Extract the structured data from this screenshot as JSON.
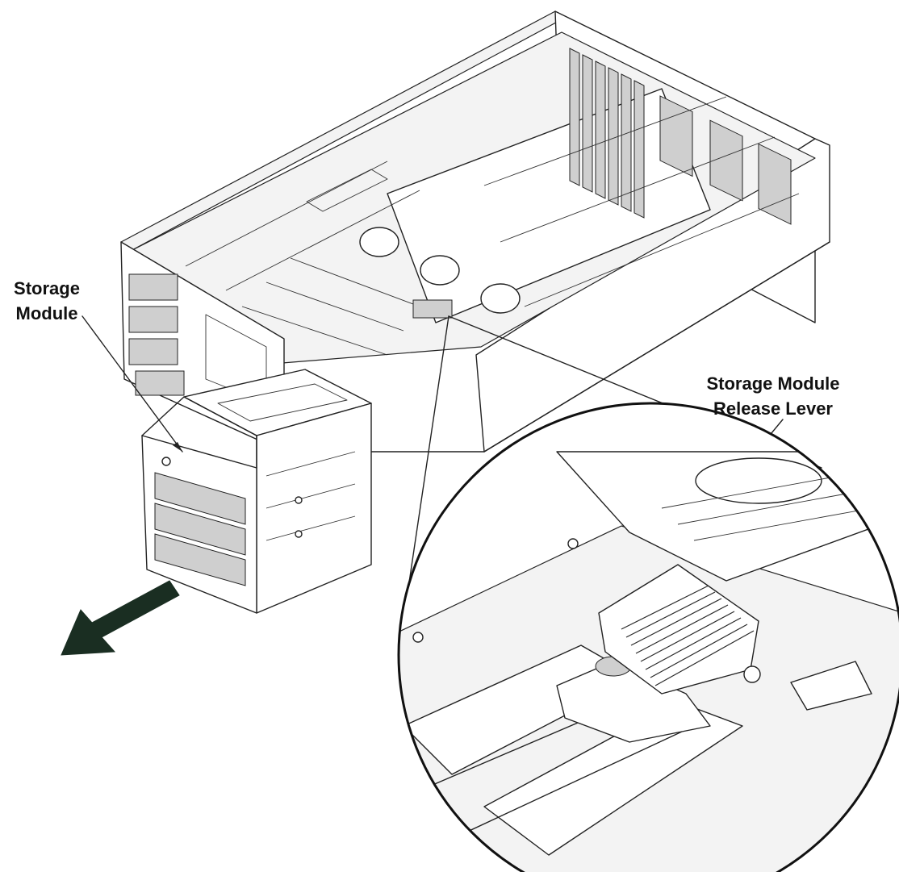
{
  "labels": {
    "storage_module": {
      "line1": "Storage",
      "line2": "Module"
    },
    "release_lever": {
      "line1": "Storage Module",
      "line2": "Release Lever"
    }
  },
  "colors": {
    "line": "#222222",
    "arrow": "#1a2e22",
    "background": "#ffffff"
  }
}
